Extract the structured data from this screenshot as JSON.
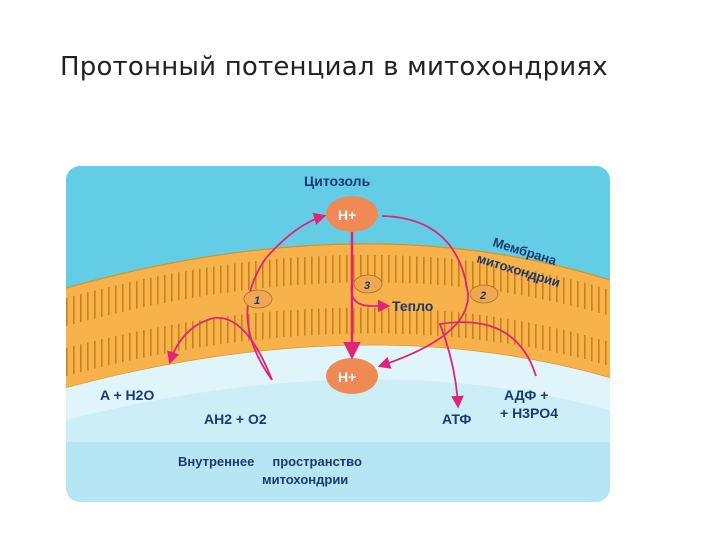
{
  "slide": {
    "title": "Протонный потенциал в митохондриях"
  },
  "diagram": {
    "cytosol_label": "Цитозоль",
    "membrane_label_line1": "Мембрана",
    "membrane_label_line2": "митохондрии",
    "proton_top": "H+",
    "proton_bottom": "H+",
    "step1": "1",
    "step2": "2",
    "step3": "3",
    "heat_label": "Тепло",
    "product_left": "A + H2O",
    "substrate_left": "AH2 + O2",
    "atp_label": "АТФ",
    "adp_line1": "АДФ +",
    "adp_line2": "+ H3PO4",
    "matrix_label_line1": "Внутреннее     пространство",
    "matrix_label_line2": "митохондрии",
    "colors": {
      "cytosol": "#63cde6",
      "membrane": "#f7b24c",
      "matrix": "#cbeef7",
      "arrow": "#e0247a",
      "proton": "#f08a55",
      "text": "#1c3a70"
    }
  }
}
